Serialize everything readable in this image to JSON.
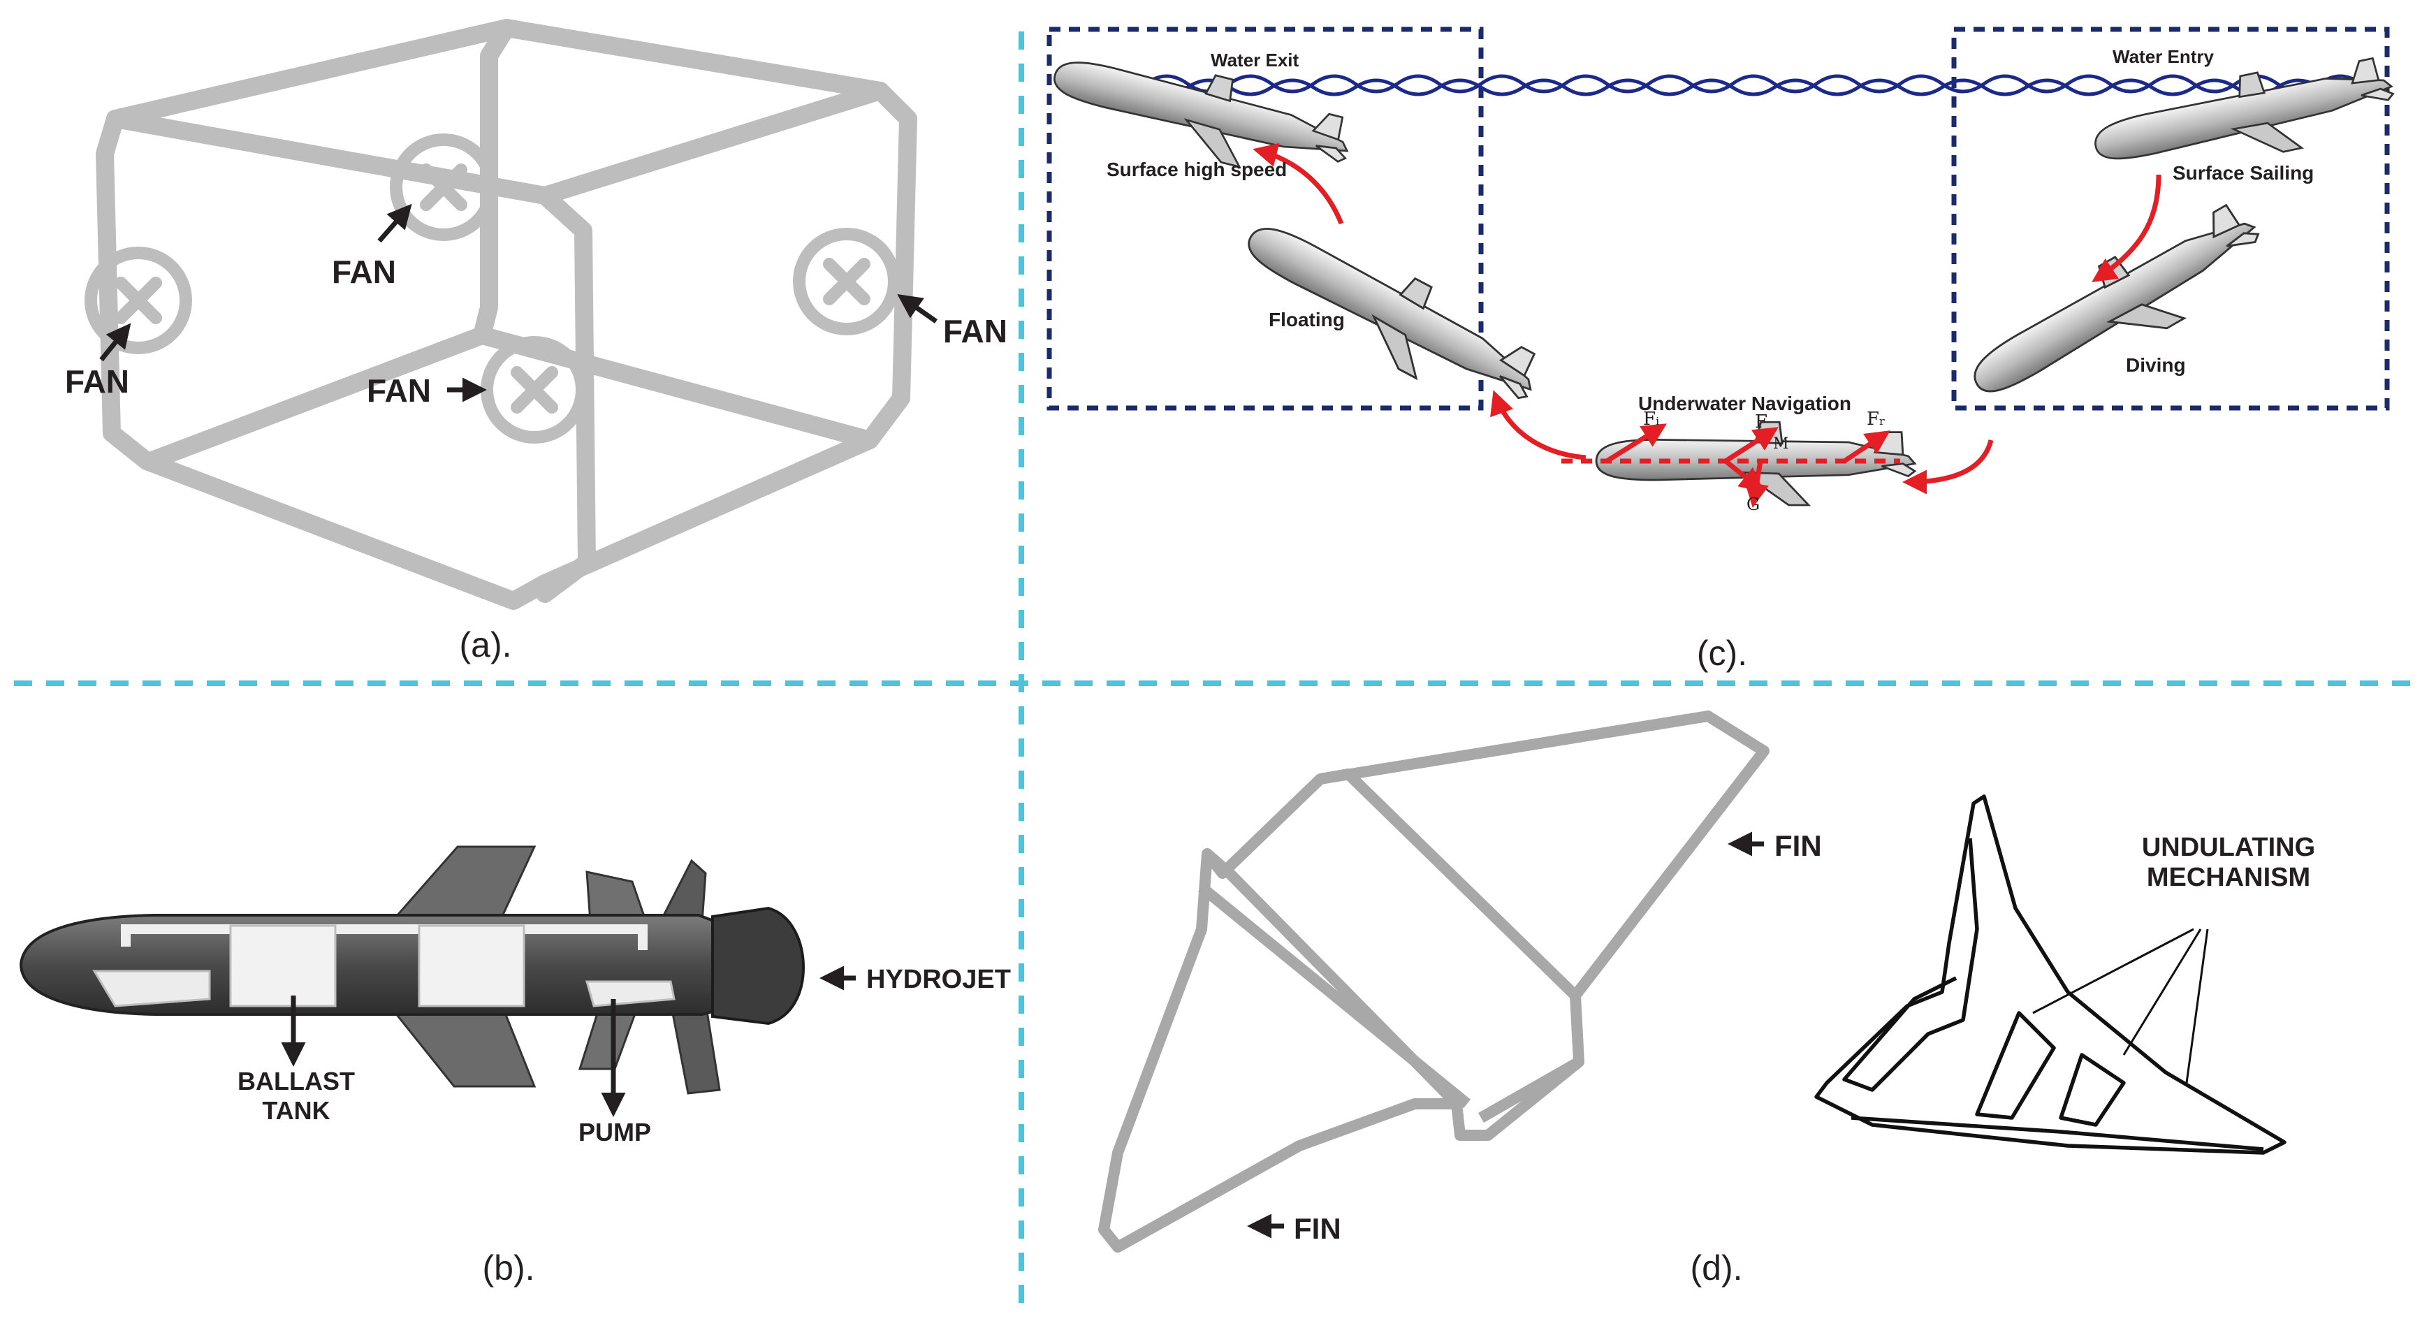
{
  "panels": {
    "a": {
      "caption": "(a).",
      "fan_labels": [
        "FAN",
        "FAN",
        "FAN",
        "FAN"
      ],
      "icons": [
        "fan-icon",
        "arrow-icon"
      ]
    },
    "b": {
      "caption": "(b).",
      "hydrojet_label": "HYDROJET",
      "ballast_line1": "BALLAST",
      "ballast_line2": "TANK",
      "pump_label": "PUMP"
    },
    "c": {
      "caption": "(c).",
      "water_exit": "Water Exit",
      "water_entry": "Water Entry",
      "surface_high_speed": "Surface high speed",
      "surface_sailing": "Surface Sailing",
      "floating": "Floating",
      "diving": "Diving",
      "underwater_navigation": "Underwater Navigation",
      "force_labels": [
        "Fᵢ",
        "F",
        "M",
        "Fᵣ",
        "G"
      ],
      "colors": {
        "water": "#1b2a8a",
        "arrows": "#e31e24",
        "box": "#1b2a6b"
      }
    },
    "d": {
      "caption": "(d).",
      "fin_label_top": "FIN",
      "fin_label_bottom": "FIN",
      "undulating_line1": "UNDULATING",
      "undulating_line2": "MECHANISM"
    }
  },
  "divider_color": "#4fc3dc"
}
